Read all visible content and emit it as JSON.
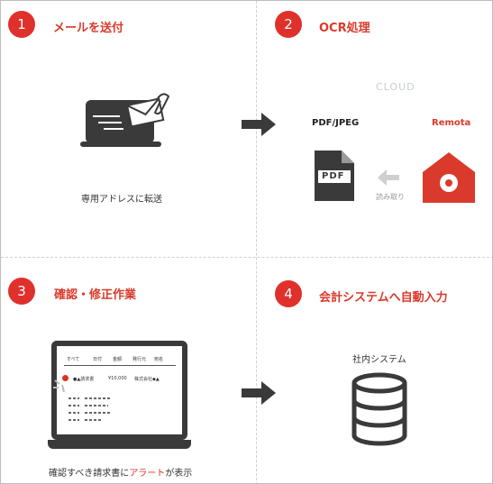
{
  "steps": [
    {
      "number": "1",
      "title": "メールを送付",
      "caption": "専用アドレスに転送"
    },
    {
      "number": "2",
      "title": "OCR処理"
    },
    {
      "number": "3",
      "title": "確認・修正作業"
    },
    {
      "number": "4",
      "title": "会計システムへ自動入力",
      "caption": "社内システム"
    }
  ],
  "ocr": {
    "cloud_label": "CLOUD",
    "format_label": "PDF/JPEG",
    "service_label": "Remota",
    "pdf_icon_text": "PDF",
    "read_label": "読み取り"
  },
  "review": {
    "headers": [
      "すべて",
      "日付",
      "金額",
      "発行元",
      "宛名"
    ],
    "row": {
      "label": "●▲請求書",
      "amount": "¥10,000",
      "vendor": "株式会社◆▲"
    },
    "caption_prefix": "確認すべき請求書に",
    "caption_alert": "アラート",
    "caption_suffix": "が表示"
  },
  "colors": {
    "accent": "#e0302b",
    "title": "#d93a2b",
    "dark": "#3a3a3a",
    "muted": "#c8cdd2"
  },
  "icons": [
    "mail-laptop-icon",
    "arrow-right-icon",
    "pdf-file-icon",
    "arrow-left-icon",
    "remota-logo-icon",
    "laptop-icon",
    "database-icon"
  ]
}
